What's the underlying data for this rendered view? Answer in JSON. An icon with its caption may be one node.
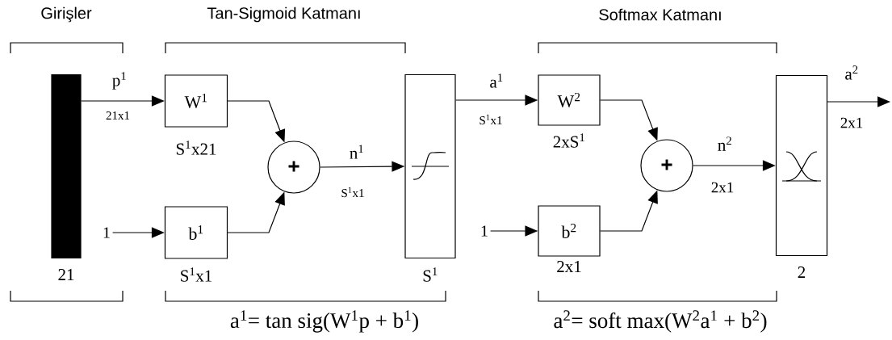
{
  "diagram": {
    "nodes": [
      {
        "text": [],
        "shape": "bar",
        "beside": [
          "21"
        ]
      },
      {
        "text": [
          "W$^{1}$"
        ],
        "beside": [
          "S$^{1}$x21"
        ]
      },
      {
        "text": [
          "b$^{1}$"
        ],
        "beside": [
          "S$^{1}$x1"
        ]
      },
      {
        "text": [
          "+"
        ]
      },
      {
        "text": [],
        "shape": "box",
        "beside": [
          "S$^{1}$"
        ]
      },
      {
        "text": [
          "1"
        ]
      },
      {
        "text": [
          "W$^{2}$"
        ],
        "beside": [
          "2xS$^{1}$"
        ]
      },
      {
        "text": [
          "b$^{2}$"
        ],
        "beside": [
          "2x1"
        ]
      },
      {
        "text": [
          "+"
        ]
      },
      {
        "text": [],
        "shape": "box",
        "beside": [
          "2"
        ]
      },
      {
        "text": [
          "1"
        ]
      }
    ],
    "edges": [
      {
        "from": 0,
        "to": 1,
        "arrow": "to",
        "label": "p$^{1}$"
      },
      {
        "from": 5,
        "to": 2,
        "arrow": "to"
      },
      {
        "from": 1,
        "to": 3,
        "arrow": "to"
      },
      {
        "from": 2,
        "to": 3,
        "arrow": "to"
      },
      {
        "from": 3,
        "to": 4,
        "arrow": "to",
        "label": "n$^{1}$"
      },
      {
        "from": 4,
        "to": 6,
        "arrow": "to",
        "label": "a$^{1}$"
      },
      {
        "from": 10,
        "to": 7,
        "arrow": "to"
      },
      {
        "from": 6,
        "to": 8,
        "arrow": "to"
      },
      {
        "from": 7,
        "to": 8,
        "arrow": "to"
      },
      {
        "from": 8,
        "to": 9,
        "arrow": "to",
        "label": "n$^{2}$"
      },
      {
        "from": 9,
        "to": null,
        "arrow": "to",
        "label": "a$^{2}$"
      }
    ],
    "labels": [
      "Girişler",
      "Tan-Sigmoid Katmanı",
      "Softmax Katmanı",
      "21x1",
      "S$^{1}$x1",
      "S$^{1}$x1",
      "2x1",
      "2x1",
      "a$^{1}$= tan sig(W$^{1}$p + b$^{1}$)",
      "a$^{2}$= soft max(W$^{2}$a$^{1}$ + b$^{2}$)"
    ]
  }
}
